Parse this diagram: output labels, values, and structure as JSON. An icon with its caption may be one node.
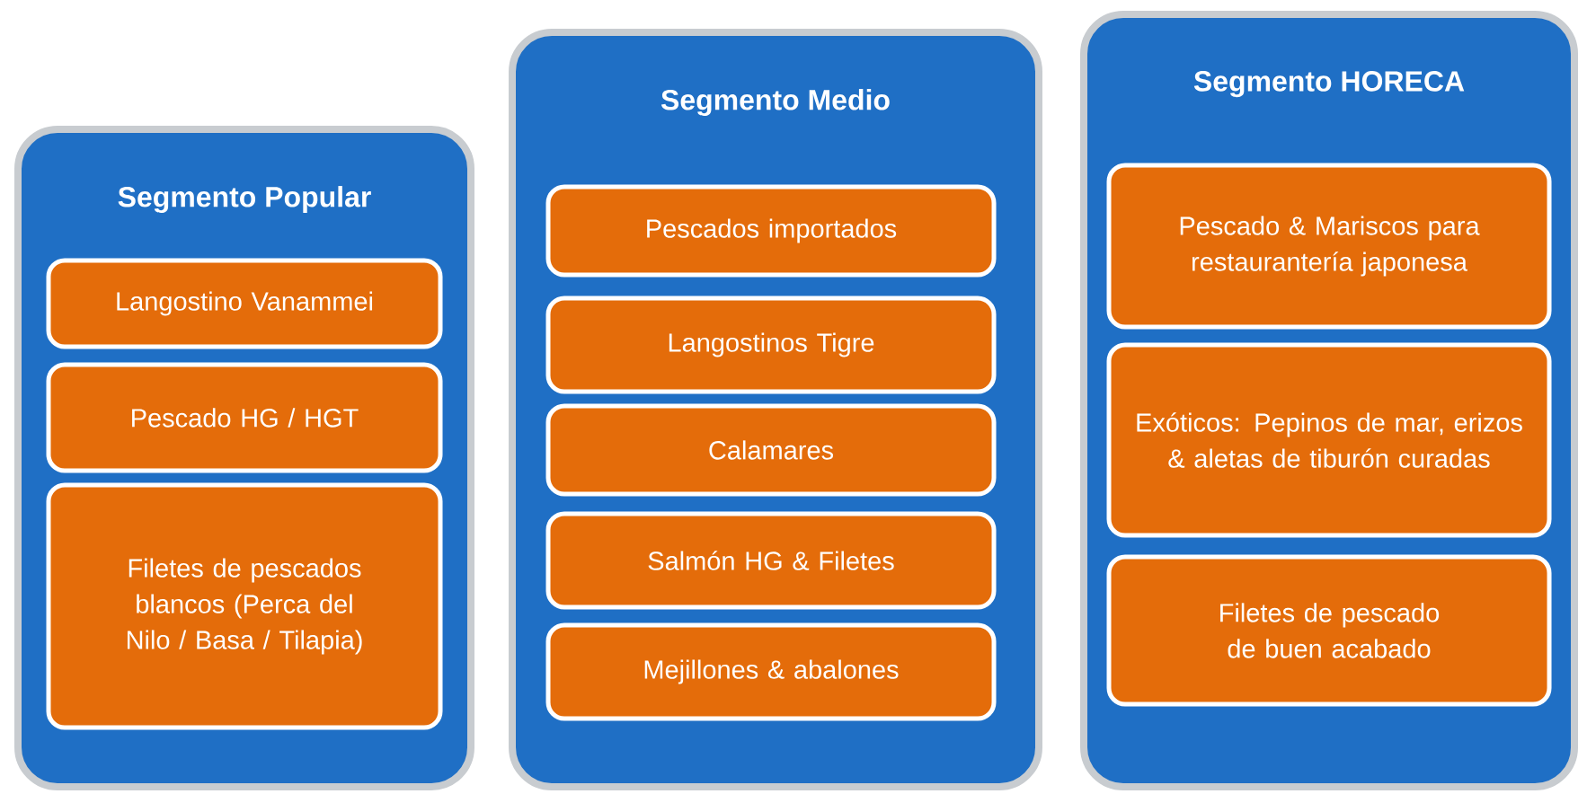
{
  "diagram": {
    "nodes": [
      {
        "text": [
          "Segmento Popular"
        ]
      },
      {
        "text": [
          "Langostino Vanammei"
        ],
        "in": 0
      },
      {
        "text": [
          "Pescado HG / HGT"
        ],
        "in": 0
      },
      {
        "text": [
          "Filetes de pescados blancos (Perca del Nilo / Basa / Tilapia)"
        ],
        "in": 0
      },
      {
        "text": [
          "Segmento Medio"
        ]
      },
      {
        "text": [
          "Pescados importados"
        ],
        "in": 4
      },
      {
        "text": [
          "Langostinos Tigre"
        ],
        "in": 4
      },
      {
        "text": [
          "Calamares"
        ],
        "in": 4
      },
      {
        "text": [
          "Salmón HG & Filetes"
        ],
        "in": 4
      },
      {
        "text": [
          "Mejillones & abalones"
        ],
        "in": 4
      },
      {
        "text": [
          "Segmento HORECA"
        ]
      },
      {
        "text": [
          "Pescado & Mariscos para restaurantería japonesa"
        ],
        "in": 10
      },
      {
        "text": [
          "Exóticos: Pepinos de mar, erizos & aletas de tiburón curadas"
        ],
        "in": 10
      },
      {
        "text": [
          "Filetes de pescado de buen acabado"
        ],
        "in": 10
      }
    ]
  }
}
